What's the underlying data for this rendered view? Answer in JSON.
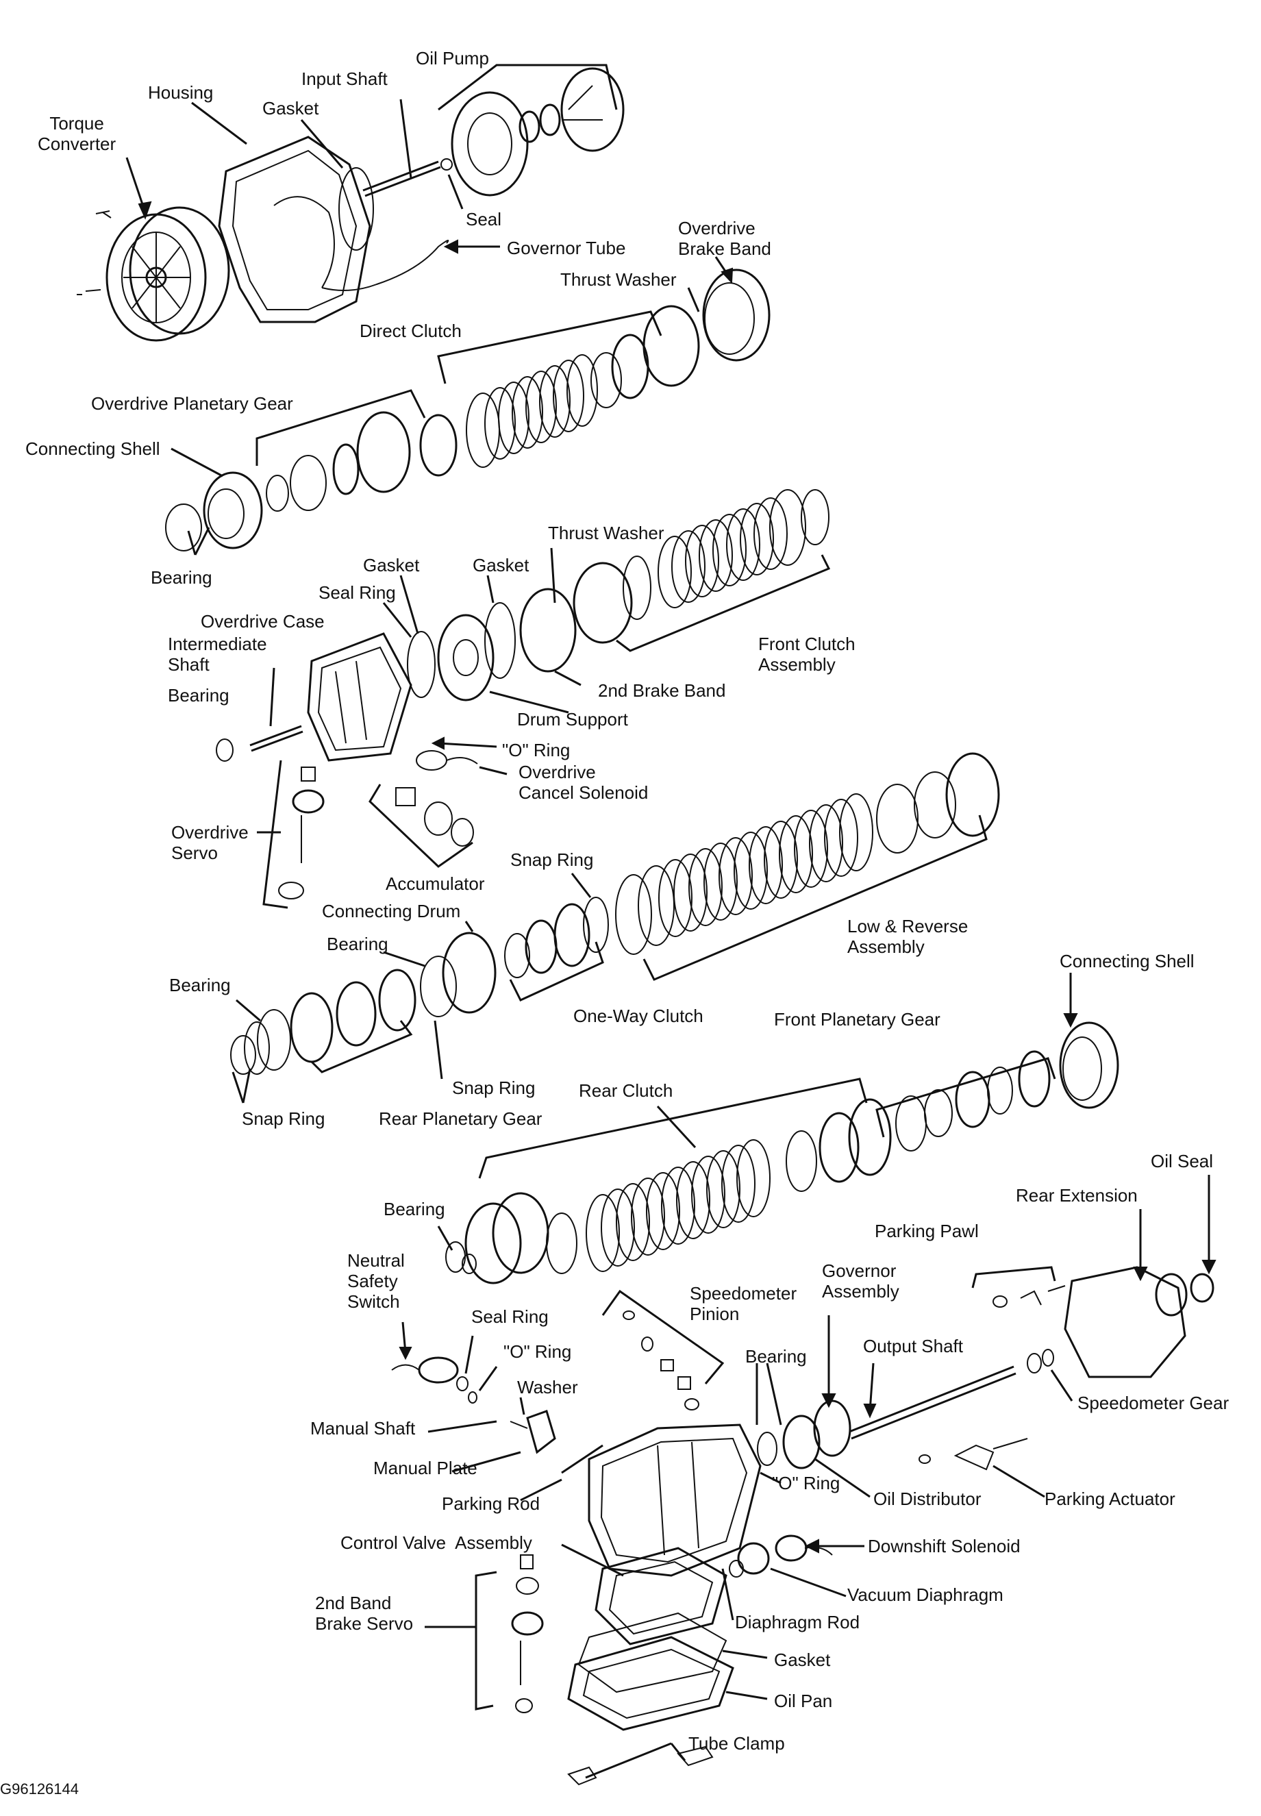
{
  "labels": {
    "oil_pump": "Oil Pump",
    "input_shaft": "Input Shaft",
    "housing": "Housing",
    "gasket_top": "Gasket",
    "torque_converter": "Torque\nConverter",
    "seal": "Seal",
    "governor_tube": "Governor Tube",
    "overdrive_brake_band": "Overdrive\nBrake Band",
    "thrust_washer_top": "Thrust Washer",
    "direct_clutch": "Direct Clutch",
    "overdrive_planetary_gear": "Overdrive Planetary Gear",
    "connecting_shell_top": "Connecting Shell",
    "bearing_1": "Bearing",
    "thrust_washer_mid": "Thrust Washer",
    "gasket_mid_1": "Gasket",
    "gasket_mid_2": "Gasket",
    "seal_ring_mid": "Seal Ring",
    "overdrive_case": "Overdrive Case",
    "intermediate_shaft": "Intermediate\nShaft",
    "front_clutch_assembly": "Front Clutch\nAssembly",
    "bearing_2": "Bearing",
    "second_brake_band": "2nd Brake Band",
    "drum_support": "Drum Support",
    "o_ring_mid": "\"O\" Ring",
    "overdrive_cancel_solenoid": "Overdrive\nCancel Solenoid",
    "overdrive_servo": "Overdrive\nServo",
    "accumulator": "Accumulator",
    "snap_ring_1": "Snap Ring",
    "connecting_drum": "Connecting Drum",
    "bearing_3": "Bearing",
    "low_reverse_assembly": "Low & Reverse\nAssembly",
    "bearing_4": "Bearing",
    "one_way_clutch": "One-Way Clutch",
    "connecting_shell_low": "Connecting Shell",
    "front_planetary_gear": "Front Planetary Gear",
    "snap_ring_2": "Snap Ring",
    "rear_clutch": "Rear Clutch",
    "snap_ring_3": "Snap Ring",
    "rear_planetary_gear": "Rear Planetary Gear",
    "oil_seal": "Oil Seal",
    "rear_extension": "Rear Extension",
    "bearing_5": "Bearing",
    "parking_pawl": "Parking Pawl",
    "neutral_safety_switch": "Neutral\nSafety\nSwitch",
    "governor_assembly": "Governor\nAssembly",
    "speedometer_pinion": "Speedometer\nPinion",
    "seal_ring_low": "Seal Ring",
    "output_shaft": "Output Shaft",
    "o_ring_low_1": "\"O\" Ring",
    "bearing_6": "Bearing",
    "washer": "Washer",
    "speedometer_gear": "Speedometer Gear",
    "manual_shaft": "Manual Shaft",
    "manual_plate": "Manual Plate",
    "o_ring_low_2": "\"O\" Ring",
    "oil_distributor": "Oil Distributor",
    "parking_actuator": "Parking Actuator",
    "parking_rod": "Parking Rod",
    "control_valve_assembly": "Control Valve  Assembly",
    "downshift_solenoid": "Downshift Solenoid",
    "vacuum_diaphragm": "Vacuum Diaphragm",
    "second_band_brake_servo": "2nd Band\nBrake Servo",
    "diaphragm_rod": "Diaphragm Rod",
    "gasket_low": "Gasket",
    "oil_pan": "Oil Pan",
    "tube_clamp": "Tube Clamp",
    "figure_code": "G96126144"
  }
}
